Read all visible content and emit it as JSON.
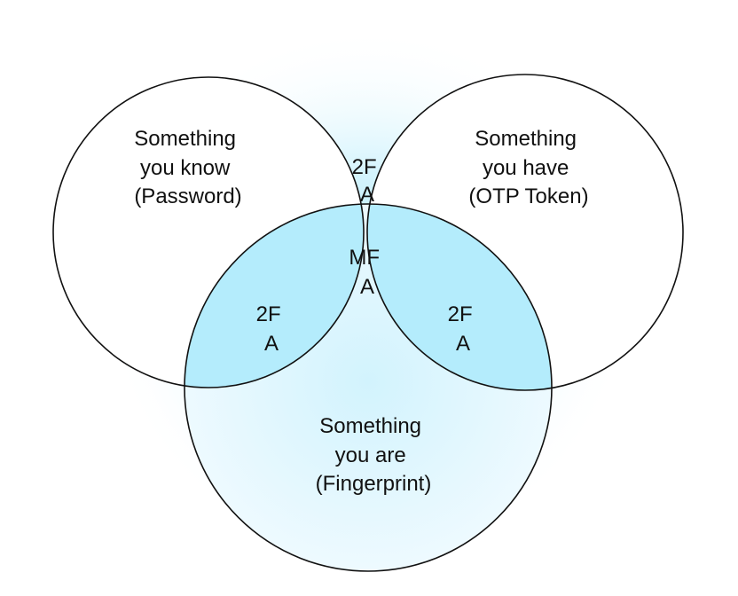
{
  "colors": {
    "background": "#ffffff",
    "outline": "#111111",
    "glow": "#9ee6fb",
    "overlap_two": "#b4ecfc",
    "overlap_three": "#7dddfa",
    "bottom_circle_fill": "#dff6fd"
  },
  "circles": {
    "know": {
      "lines": [
        "Something",
        "you know",
        "(Password)"
      ]
    },
    "have": {
      "lines": [
        "Something",
        "you have",
        "(OTP Token)"
      ]
    },
    "are": {
      "lines": [
        "Something",
        "you are",
        "(Fingerprint)"
      ]
    }
  },
  "overlaps": {
    "know_have": {
      "lines": [
        "2F",
        "A"
      ]
    },
    "know_are": {
      "lines": [
        "2F",
        "A"
      ]
    },
    "have_are": {
      "lines": [
        "2F",
        "A"
      ]
    },
    "all": {
      "lines": [
        "MF",
        "A"
      ]
    }
  }
}
